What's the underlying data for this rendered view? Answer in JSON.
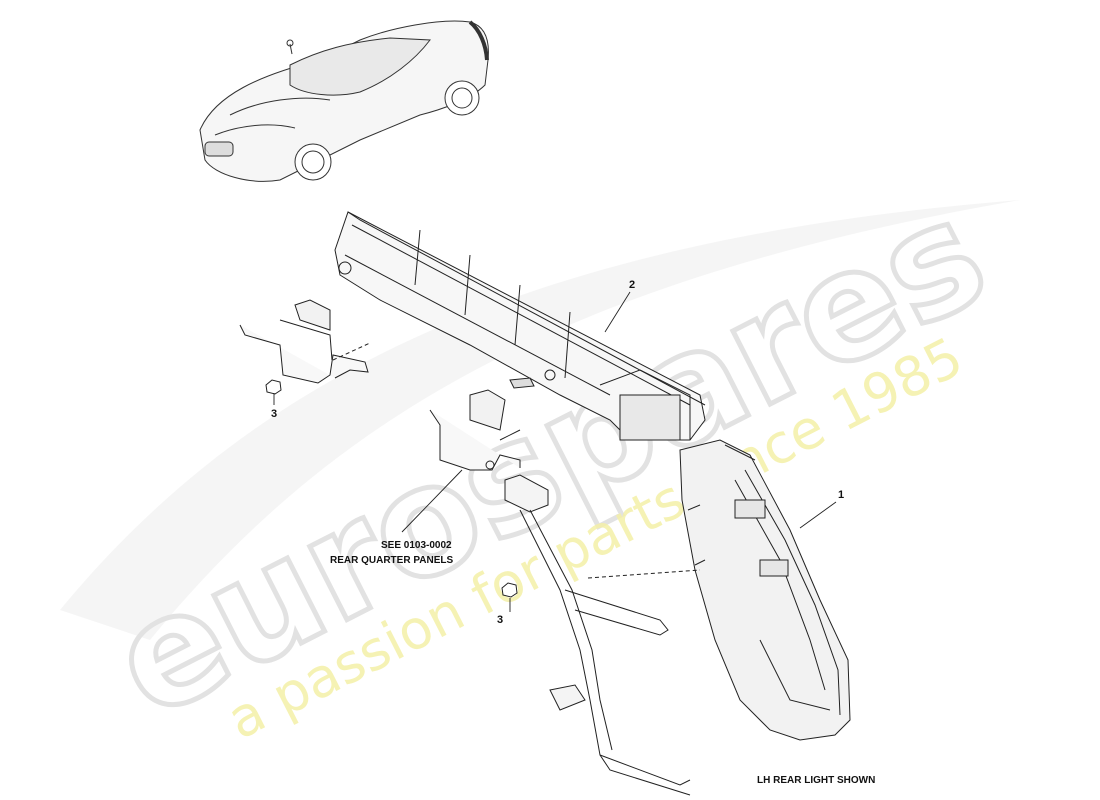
{
  "watermark": {
    "brand": "eurospares",
    "tagline": "a passion for parts since 1985",
    "brand_color": "#e6e6e6",
    "tagline_color": "#f3efa0"
  },
  "callouts": {
    "part_1": "1",
    "part_2": "2",
    "part_3_upper": "3",
    "part_3_lower": "3",
    "see_ref": "SEE 0103-0002",
    "see_ref_desc": "REAR QUARTER PANELS",
    "view_note": "LH REAR LIGHT SHOWN"
  },
  "icons": [
    "car-thumbnail-icon",
    "rear-panel-assembly",
    "rear-light-unit",
    "mounting-bracket",
    "nut-fastener"
  ]
}
